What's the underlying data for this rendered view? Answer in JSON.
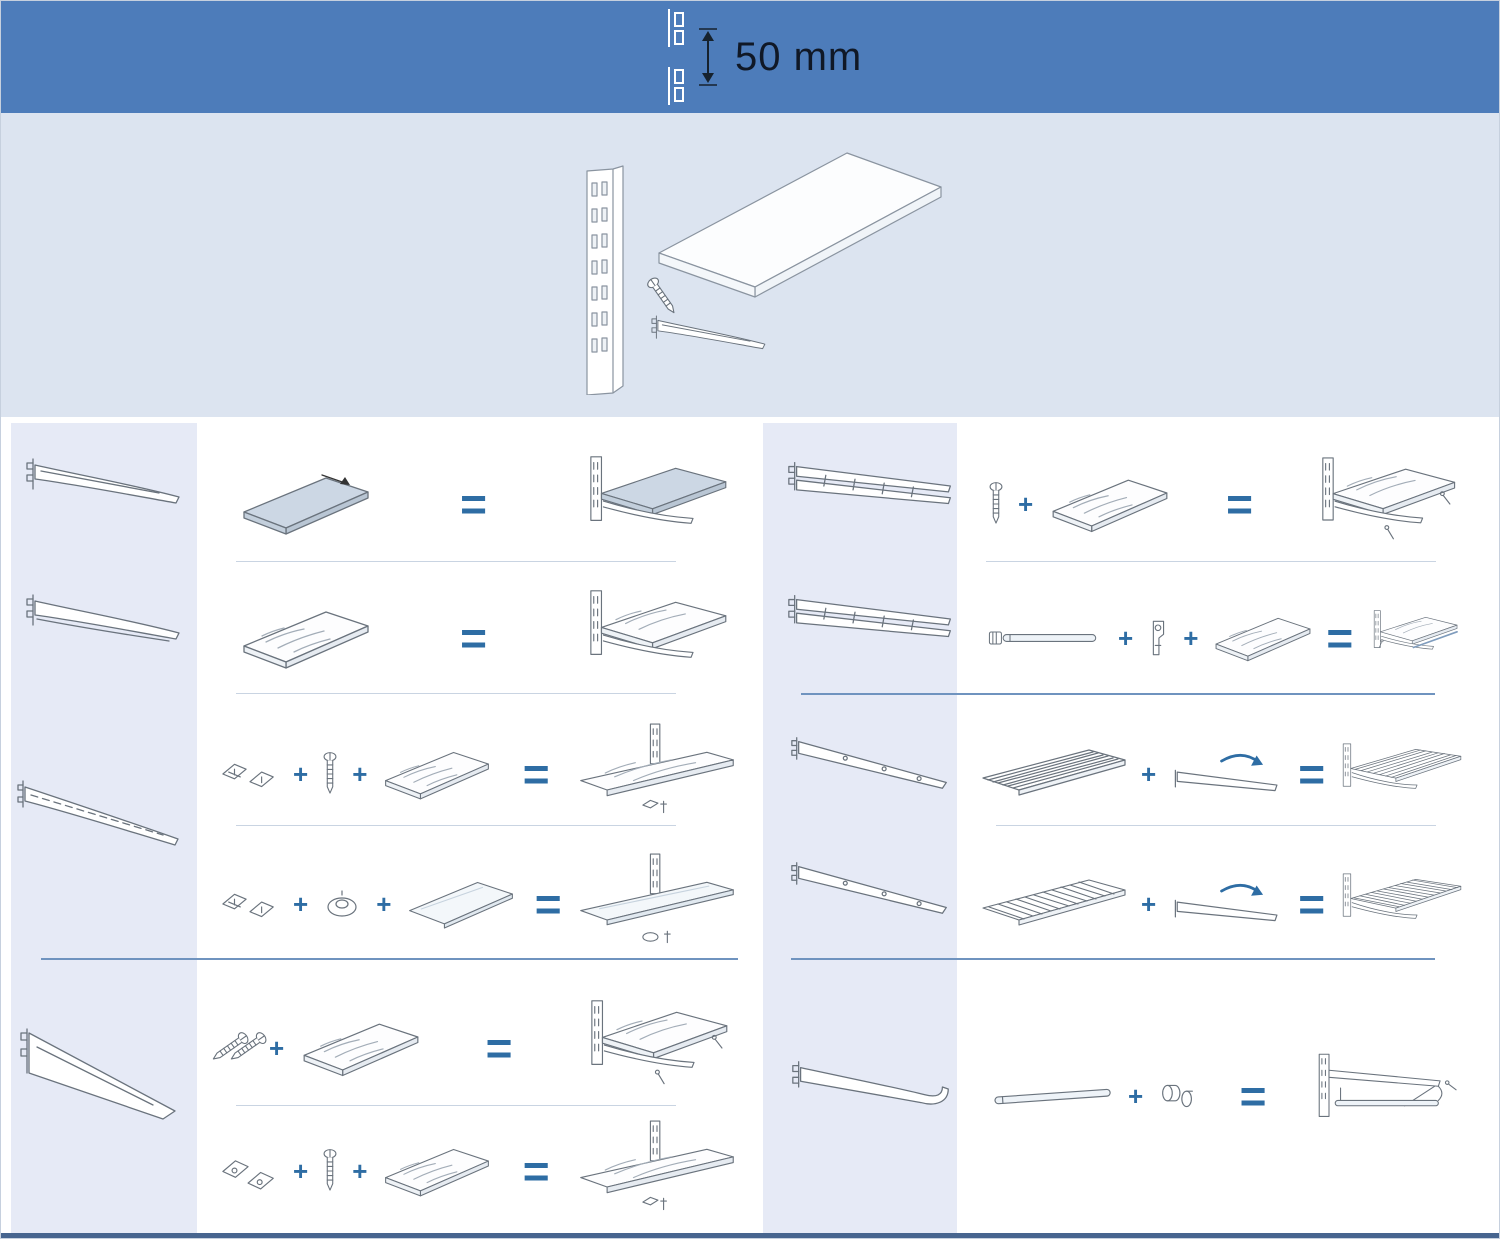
{
  "header": {
    "measurement_label": "50 mm"
  },
  "operators": {
    "plus": "+",
    "equals": "="
  },
  "colors": {
    "header_bg": "#4d7cba",
    "hero_bg": "#dce4f0",
    "sidebar_bg": "#e6eaf6",
    "accent": "#2e6da4",
    "linework": "#6a737d"
  },
  "hero": {
    "icons": [
      "wall-upright",
      "shelf-board",
      "screw",
      "shelf-bracket"
    ]
  },
  "left_section": {
    "sidebar_icons": [
      "shelf-bracket",
      "shelf-bracket-reinforced",
      "long-bracket",
      "heavy-duty-bracket"
    ],
    "rows": [
      {
        "parts": [
          "melamine-shelf"
        ],
        "result": "shelf-mounted-on-brackets"
      },
      {
        "parts": [
          "wood-shelf"
        ],
        "result": "wood-shelf-mounted-on-brackets"
      },
      {
        "parts": [
          "clips",
          "screw",
          "wood-shelf"
        ],
        "result": "wood-shelf-fixed-with-clips"
      },
      {
        "parts": [
          "clips",
          "rubber-stop",
          "glass-shelf"
        ],
        "result": "glass-shelf-fixed-with-clips"
      },
      {
        "parts": [
          "screws",
          "wood-shelf"
        ],
        "result": "wood-shelf-screwed-to-heavy-bracket"
      },
      {
        "parts": [
          "metal-clips",
          "screw",
          "wood-shelf"
        ],
        "result": "wood-shelf-fixed-with-metal-clips"
      }
    ]
  },
  "right_section": {
    "sidebar_icons": [
      "double-arm-bracket",
      "double-arm-bracket",
      "wire-shelf-bracket",
      "wire-shelf-bracket",
      "rail-bracket"
    ],
    "rows": [
      {
        "parts": [
          "screw",
          "wood-shelf"
        ],
        "result": "wood-shelf-screwed-to-double-bracket"
      },
      {
        "parts": [
          "rail-rod",
          "fixing-key",
          "wood-shelf"
        ],
        "result": "wood-shelf-with-hang-rail"
      },
      {
        "parts": [
          "wire-shelf",
          "locking-bracket"
        ],
        "result": "wire-shelf-mounted"
      },
      {
        "parts": [
          "slatted-shelf",
          "locking-bracket"
        ],
        "result": "slatted-shelf-mounted"
      },
      {
        "parts": [
          "clothes-rail",
          "rail-clips"
        ],
        "result": "clothes-rail-mounted"
      }
    ]
  }
}
